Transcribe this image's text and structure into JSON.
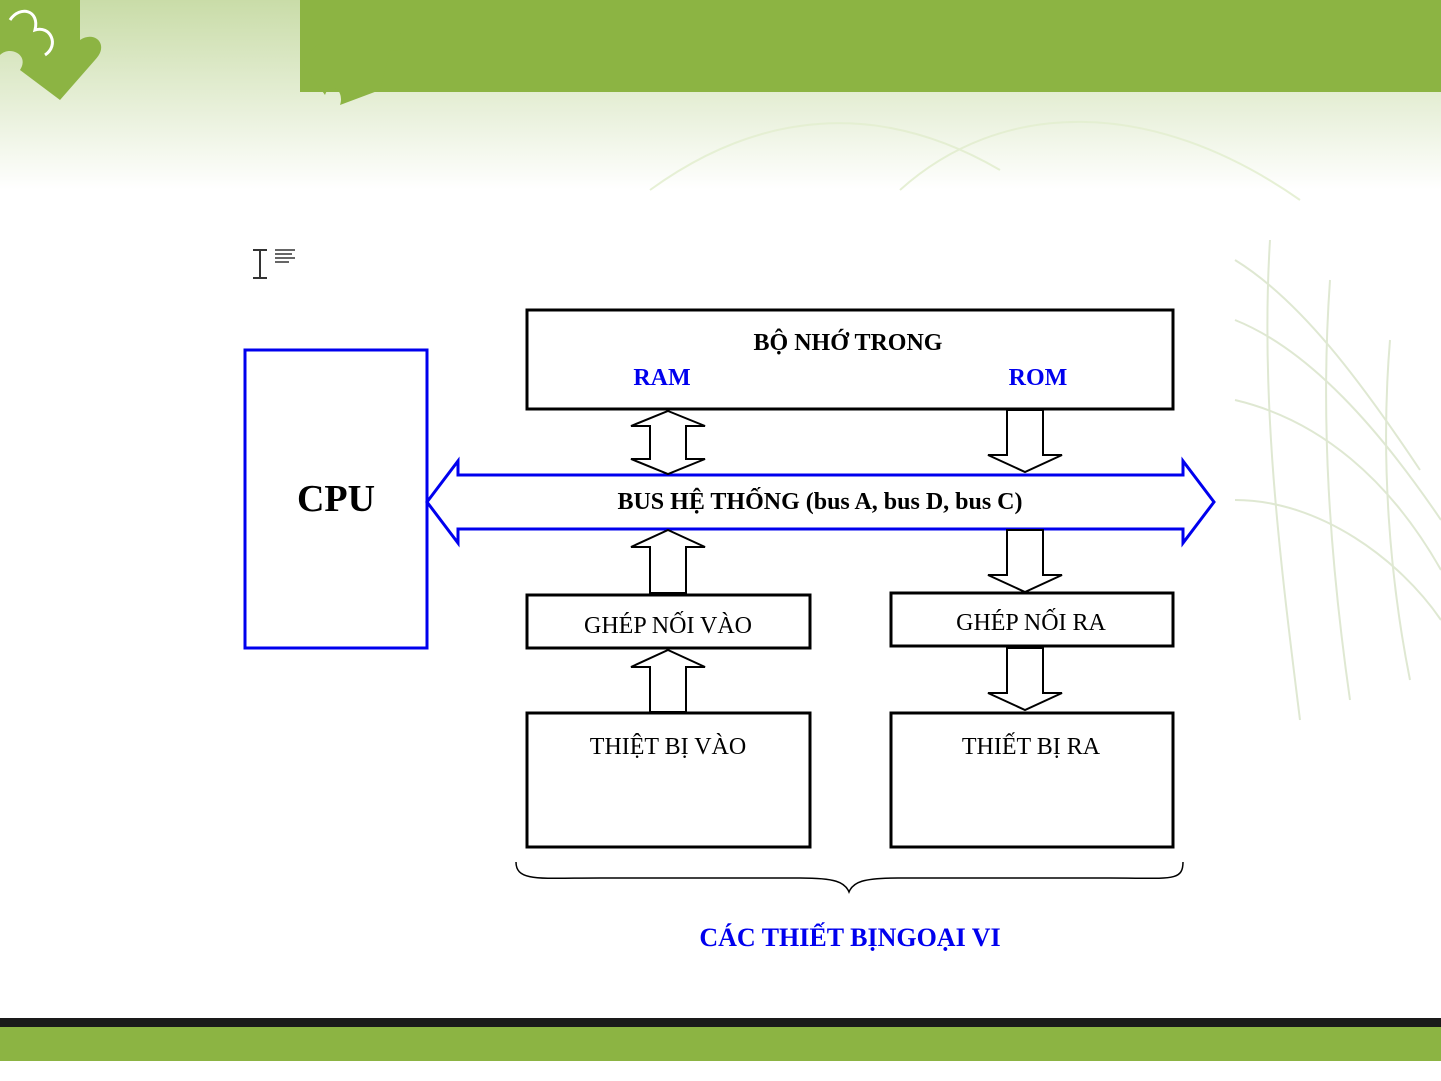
{
  "colors": {
    "theme_green": "#8cb443",
    "footer_dark": "#1a1a1a",
    "diagram_blue": "#0000ee",
    "box_border": "#000000"
  },
  "diagram": {
    "cpu": "CPU",
    "bus": "BUS HỆ THỐNG (bus A, bus D, bus C)",
    "memory": {
      "title": "BỘ NHỚ TRONG",
      "ram": "RAM",
      "rom": "ROM"
    },
    "input_interface": "GHÉP NỐI VÀO",
    "output_interface": "GHÉP NỐI RA",
    "input_device": "THIỆT BỊ VÀO",
    "output_device": "THIẾT BỊ RA",
    "peripherals_caption": "CÁC THIẾT BỊNGOẠI VI"
  },
  "icons": {
    "cursor": "text-cursor-icon",
    "paragraph": "paragraph-align-icon"
  }
}
